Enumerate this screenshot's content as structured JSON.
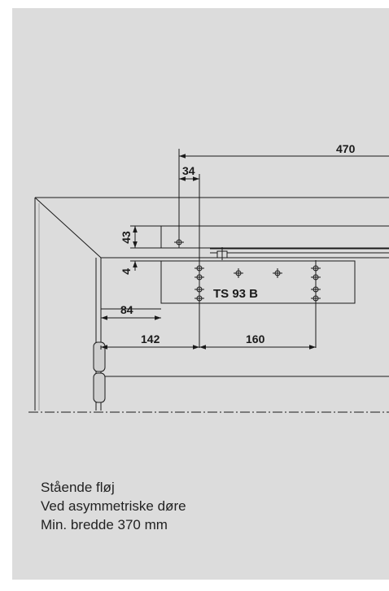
{
  "drawing": {
    "model_label": "TS 93 B",
    "dimensions": {
      "d470": "470",
      "d34": "34",
      "d43": "43",
      "d4": "4",
      "d84": "84",
      "d142": "142",
      "d160": "160"
    }
  },
  "caption": {
    "line1": "Stående fløj",
    "line2": "Ved asymmetriske døre",
    "line3": "Min. bredde 370 mm"
  }
}
